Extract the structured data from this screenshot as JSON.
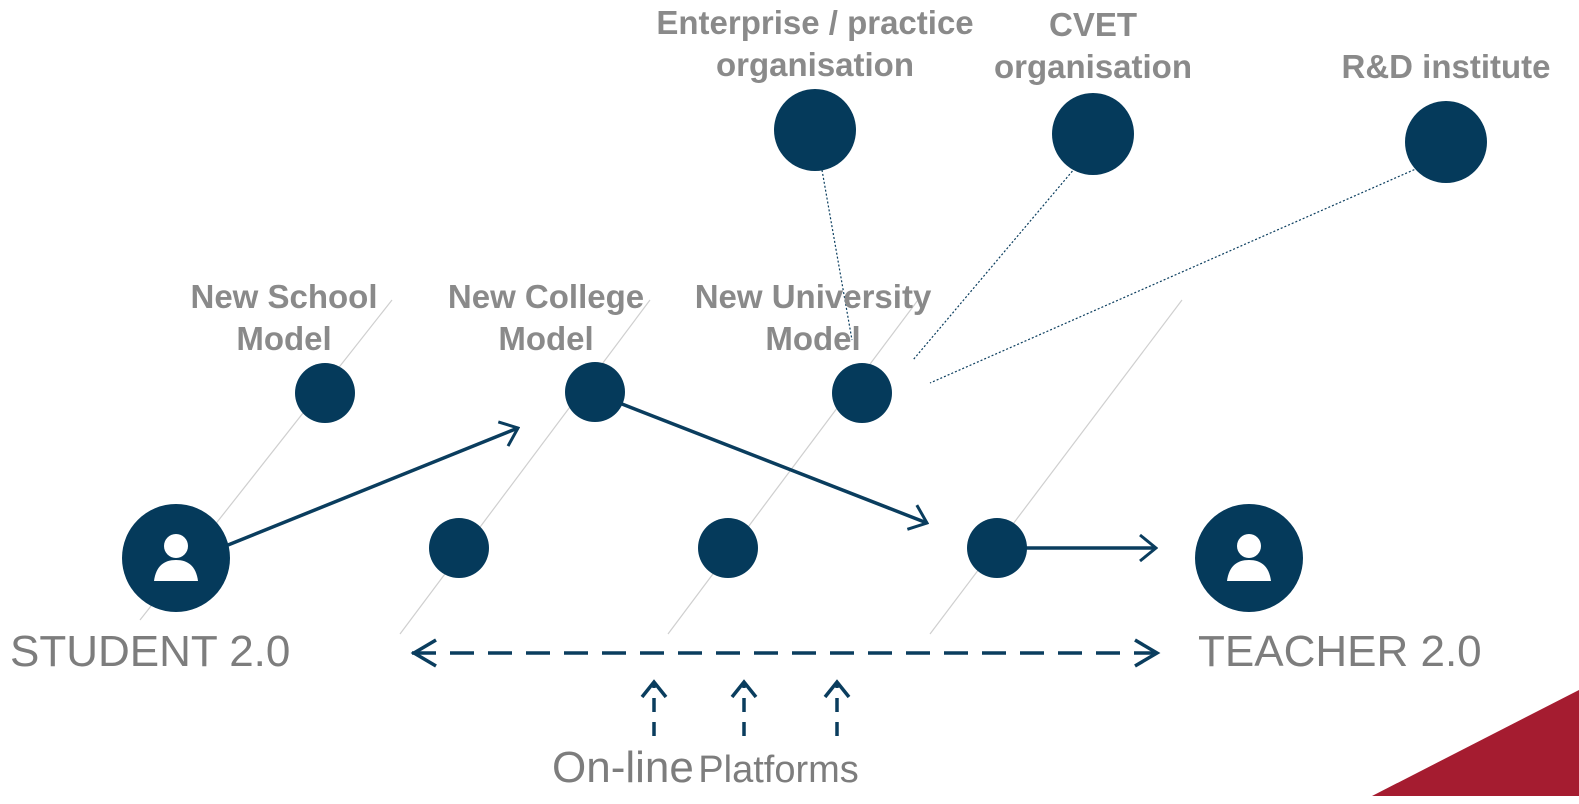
{
  "labels": {
    "enterprise": [
      "Enterprise / practice",
      "organisation"
    ],
    "cvet": [
      "CVET",
      "organisation"
    ],
    "rd": "R&D institute",
    "new_school": [
      "New School",
      "Model"
    ],
    "new_college": [
      "New College",
      "Model"
    ],
    "new_university": [
      "New University",
      "Model"
    ],
    "student": "STUDENT 2.0",
    "teacher": "TEACHER 2.0",
    "platforms_part1": "On-line",
    "platforms_part2": "Platforms"
  },
  "icons": {
    "student": "person-icon",
    "teacher": "person-icon"
  },
  "colors": {
    "node": "#053a5b",
    "arrow": "#0a3d5e",
    "label": "#8a8a8a",
    "guide_line": "#c8c8c8",
    "accent_corner": "#a51c30"
  }
}
